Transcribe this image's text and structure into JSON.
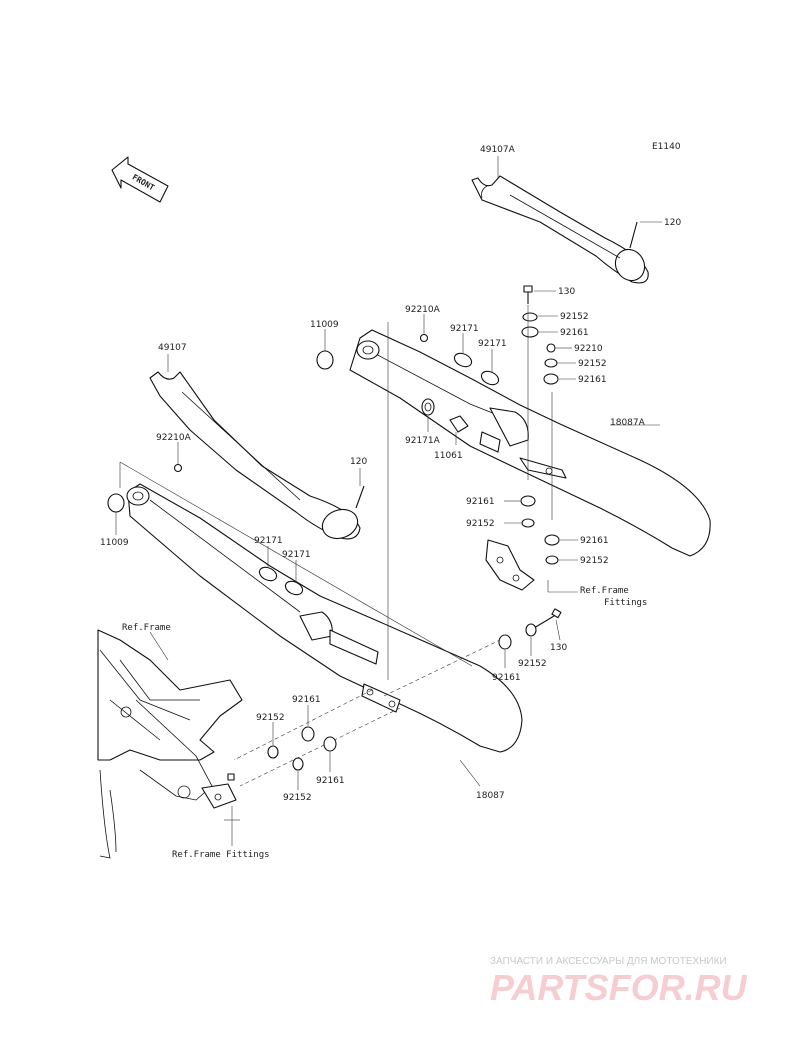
{
  "diagram_code": "E1140",
  "front_label": "FRONT",
  "labels": {
    "p49107A": "49107A",
    "p120_top": "120",
    "p130_top": "130",
    "p92152_a": "92152",
    "p92161_a": "92161",
    "p92210": "92210",
    "p92152_b": "92152",
    "p92161_b": "92161",
    "p18087A": "18087A",
    "p92210A_top": "92210A",
    "p11009_top": "11009",
    "p92171_a": "92171",
    "p92171_b": "92171",
    "p92171A": "92171A",
    "p11061": "11061",
    "p92161_c": "92161",
    "p92152_c": "92152",
    "p92161_d": "92161",
    "p92152_d": "92152",
    "p49107": "49107",
    "p92210A_left": "92210A",
    "p11009_left": "11009",
    "p120_mid": "120",
    "p92171_c": "92171",
    "p92171_d": "92171",
    "p130_low": "130",
    "p92152_e": "92152",
    "p92161_e": "92161",
    "p92161_f": "92161",
    "p92152_f": "92152",
    "p92161_g": "92161",
    "p92152_g": "92152",
    "p18087": "18087"
  },
  "ref_labels": {
    "ref_frame_top": "Ref.Frame",
    "ref_fittings_right_1": "Ref.Frame",
    "ref_fittings_right_2": "Fittings",
    "ref_fittings_bottom": "Ref.Frame Fittings"
  },
  "watermark": {
    "tagline": "ЗАПЧАСТИ И АКСЕССУАРЫ ДЛЯ МОТОТЕХНИКИ",
    "brand": "PARTSFOR.RU"
  }
}
